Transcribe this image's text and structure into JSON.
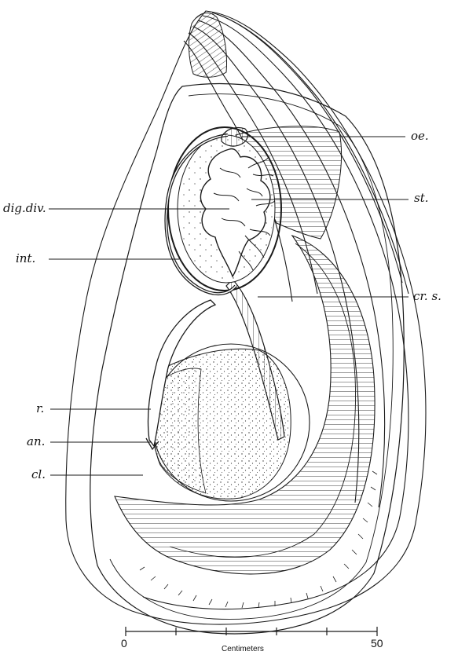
{
  "labels": {
    "oe": "oe.",
    "st": "st.",
    "crs": "cr. s.",
    "dig_div": "dig.div.",
    "int": "int.",
    "r": "r.",
    "an": "an.",
    "cl": "cl."
  },
  "scale": {
    "start": "0",
    "end": "50",
    "unit": "Centimeters"
  }
}
